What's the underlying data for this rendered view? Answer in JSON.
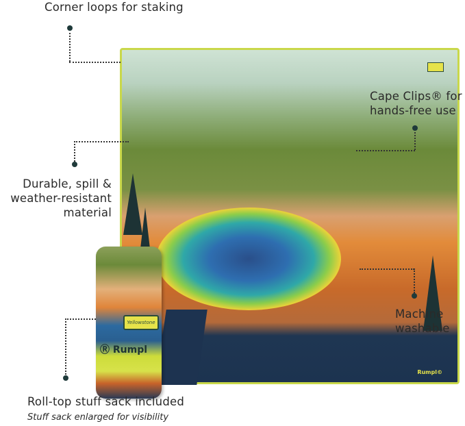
{
  "callouts": {
    "corner_loops": "Corner loops for staking",
    "cape_clips_line1": "Cape Clips® for",
    "cape_clips_line2": "hands-free use",
    "durable_line1": "Durable, spill &",
    "durable_line2": "weather-resistant",
    "durable_line3": "material",
    "machine_line1": "Machine",
    "machine_line2": "washable",
    "stuff_sack": "Roll-top stuff sack included",
    "stuff_sack_note": "Stuff sack enlarged for visibility"
  },
  "logos": {
    "brand": "Rumpl",
    "park": "Yellowstone"
  },
  "colors": {
    "trim": "#c9d84a",
    "dot": "#1f3a3a",
    "navy": "#1c3350"
  }
}
